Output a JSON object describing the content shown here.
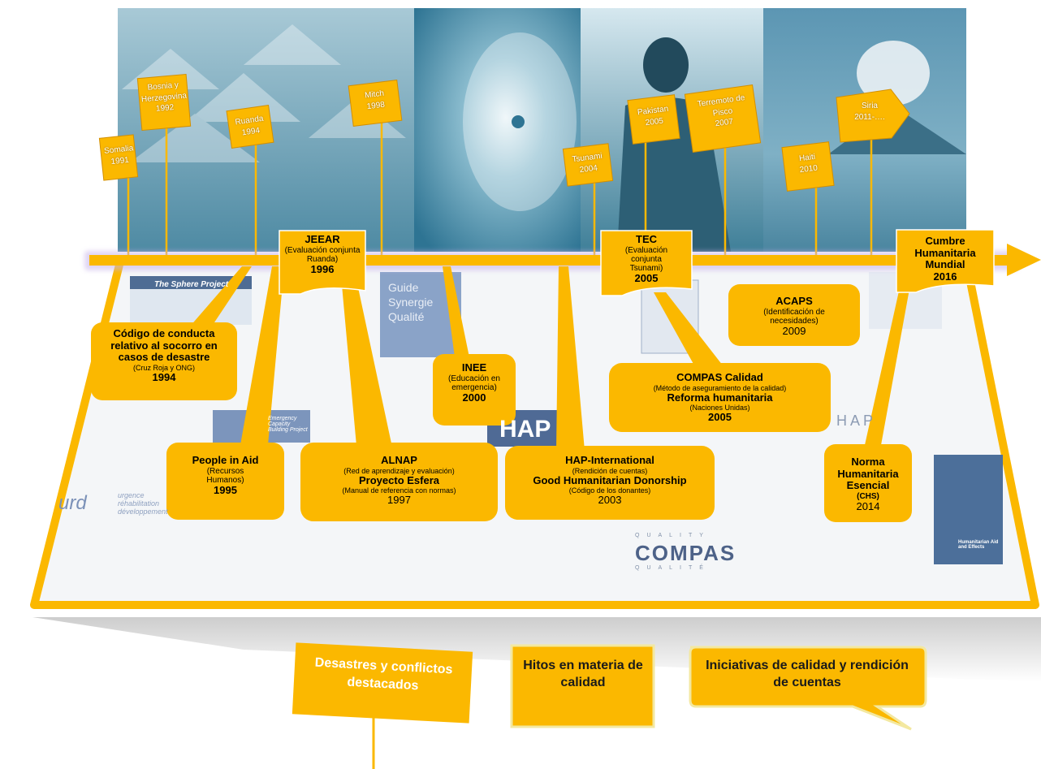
{
  "colors": {
    "gold": "#fbb800",
    "panel": "#1e6f8f",
    "accent": "#b9a2e2"
  },
  "disasters": [
    {
      "name": "Somalia",
      "year": "1991"
    },
    {
      "name": "Bosnia y Herzegovina",
      "year": "1992"
    },
    {
      "name": "Ruanda",
      "year": "1994"
    },
    {
      "name": "Mitch",
      "year": "1998"
    },
    {
      "name": "Tsunami",
      "year": "2004"
    },
    {
      "name": "Pakistan",
      "year": "2005"
    },
    {
      "name": "Terremoto de Pisco",
      "year": "2007"
    },
    {
      "name": "Haiti",
      "year": "2010"
    },
    {
      "name": "Siria",
      "year": "2011-…."
    }
  ],
  "milestones": {
    "jeear": {
      "title": "JEEAR",
      "desc": "(Evaluación conjunta Ruanda)",
      "year": "1996"
    },
    "tec": {
      "title": "TEC",
      "desc": "(Evaluación conjunta Tsunami)",
      "year": "2005"
    },
    "cumbre": {
      "title": "Cumbre Humanitaria Mundial",
      "year": "2016"
    }
  },
  "initiatives": {
    "codigo": {
      "title": "Código de conducta relativo al socorro en casos de desastre",
      "desc": "(Cruz Roja  y ONG)",
      "year": "1994"
    },
    "people": {
      "title": "People in Aid",
      "desc": "(Recursos Humanos)",
      "year": "1995"
    },
    "alnap": {
      "title": "ALNAP",
      "desc": "(Red de aprendizaje  y evaluación)",
      "title2": "Proyecto Esfera",
      "desc2": "(Manual de referencia con normas)",
      "year": "1997"
    },
    "inee": {
      "title": "INEE",
      "desc": "(Educación en emergencia)",
      "year": "2000"
    },
    "hap": {
      "title": "HAP-International",
      "desc": "(Rendición de cuentas)",
      "title2": "Good Humanitarian Donorship",
      "desc2": "(Código de los donantes)",
      "year": "2003"
    },
    "compas": {
      "title": "COMPAS Calidad",
      "desc": "(Método de aseguramiento de la calidad)",
      "title2": "Reforma humanitaria",
      "desc2": "(Naciones Unidas)",
      "year": "2005"
    },
    "acaps": {
      "title": "ACAPS",
      "desc": "(Identificación de necesidades)",
      "year": "2009"
    },
    "chs": {
      "title": "Norma Humanitaria Esencial",
      "desc": "(CHS)",
      "year": "2014"
    }
  },
  "background_text": {
    "sphere": "The Sphere Project",
    "guide": "Guide Synergie Qualité",
    "ecb": "Emergency Capacity Building Project",
    "hap": "HAP",
    "hap_right": "HAP",
    "urd": "urd",
    "urd_sub": "urgence réhabilitation développement",
    "compas": "COMPAS",
    "compas_top": "QUALITY",
    "compas_bottom": "QUALITÉ",
    "report": "Humanitarian Aid and Effects"
  },
  "legend": {
    "disasters": "Desastres y conflictos destacados",
    "milestones": "Hitos en materia de calidad",
    "initiatives": "Iniciativas de calidad y rendición de cuentas"
  }
}
